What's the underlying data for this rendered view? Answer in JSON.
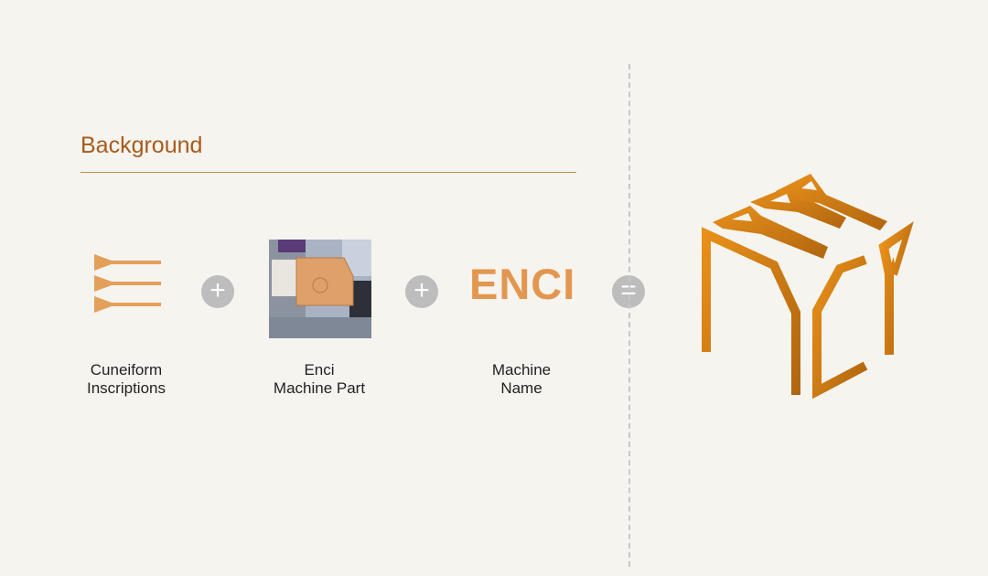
{
  "title": "Background",
  "items": [
    {
      "caption_line1": "Cuneiform",
      "caption_line2": "Inscriptions"
    },
    {
      "caption_line1": "Enci",
      "caption_line2": "Machine Part"
    },
    {
      "caption_line1": "Machine",
      "caption_line2": "Name",
      "wordmark": "ENCI"
    }
  ],
  "operators": {
    "plus": "+",
    "equals": "="
  },
  "colors": {
    "accent": "#e3964f",
    "title": "#a85a1c",
    "logo_start": "#e8901a",
    "logo_end": "#b0650f"
  }
}
